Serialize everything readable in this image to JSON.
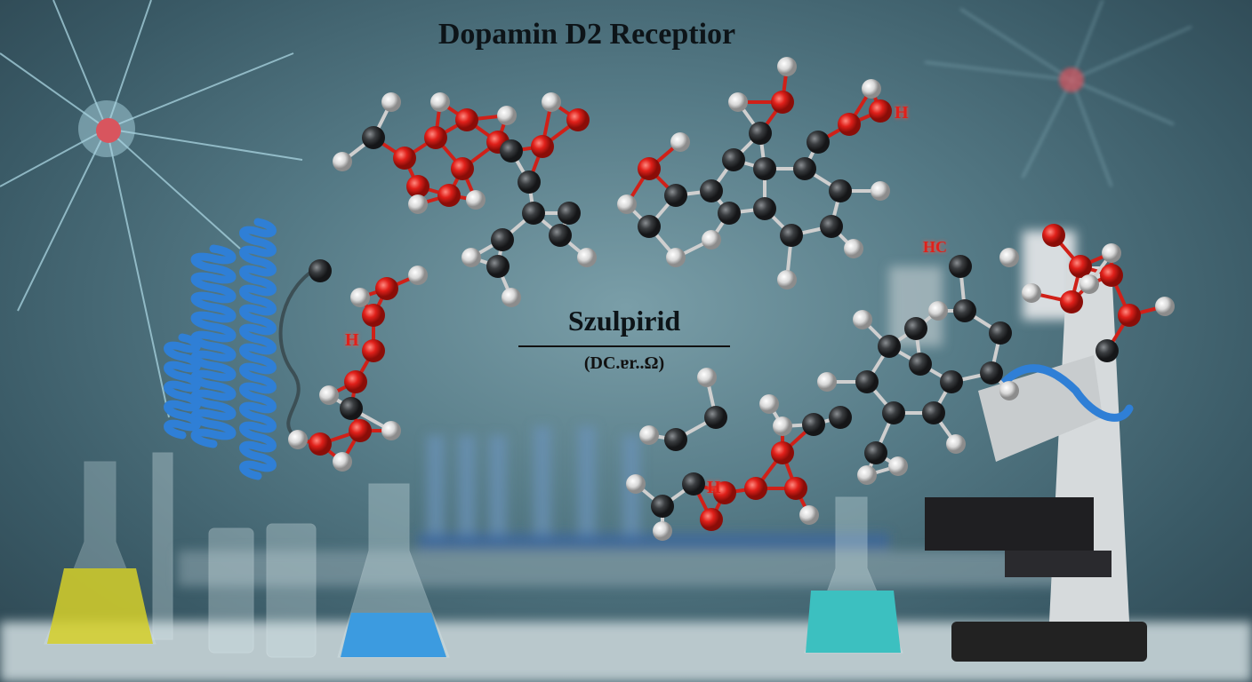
{
  "title": "Dopamin  D2 Receptior",
  "drug": {
    "name": "Szulpirid",
    "code": "(DC.ɐr..Ω)"
  },
  "atom_labels": [
    "H",
    "HC",
    "H",
    "H"
  ],
  "colors": {
    "oxygen": "#e0201a",
    "carbon": "#3a3d40",
    "hydrogen": "#e8e8e8",
    "helix": "#2f7fd6",
    "background": "#557a86"
  }
}
